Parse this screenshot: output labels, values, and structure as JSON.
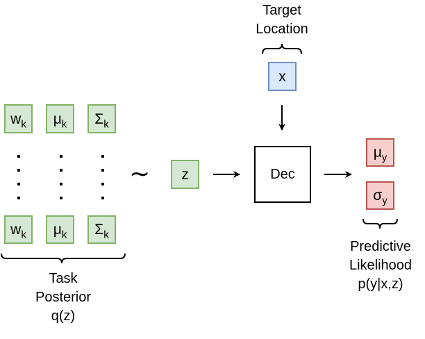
{
  "target": {
    "line1": "Target",
    "line2": "Location"
  },
  "x_node": "x",
  "posterior_top": [
    {
      "symbol": "w",
      "sub": "k"
    },
    {
      "symbol": "μ",
      "sub": "k"
    },
    {
      "symbol": "Σ",
      "sub": "k"
    }
  ],
  "posterior_bottom": [
    {
      "symbol": "w",
      "sub": "k"
    },
    {
      "symbol": "μ",
      "sub": "k"
    },
    {
      "symbol": "Σ",
      "sub": "k"
    }
  ],
  "tilde": "∼",
  "z_node": "z",
  "decoder": "Dec",
  "outputs": [
    {
      "symbol": "μ",
      "sub": "y"
    },
    {
      "symbol": "σ",
      "sub": "y"
    }
  ],
  "task_posterior": {
    "line1": "Task",
    "line2": "Posterior",
    "line3": "q(z)"
  },
  "predictive": {
    "line1": "Predictive",
    "line2": "Likelihood",
    "line3": "p(y|x,z)"
  },
  "colors": {
    "green_fill": "#d5e8d4",
    "green_stroke": "#82b366",
    "blue_fill": "#dae8fc",
    "blue_stroke": "#6c8ebf",
    "red_fill": "#f8cecc",
    "red_stroke": "#b85450"
  }
}
